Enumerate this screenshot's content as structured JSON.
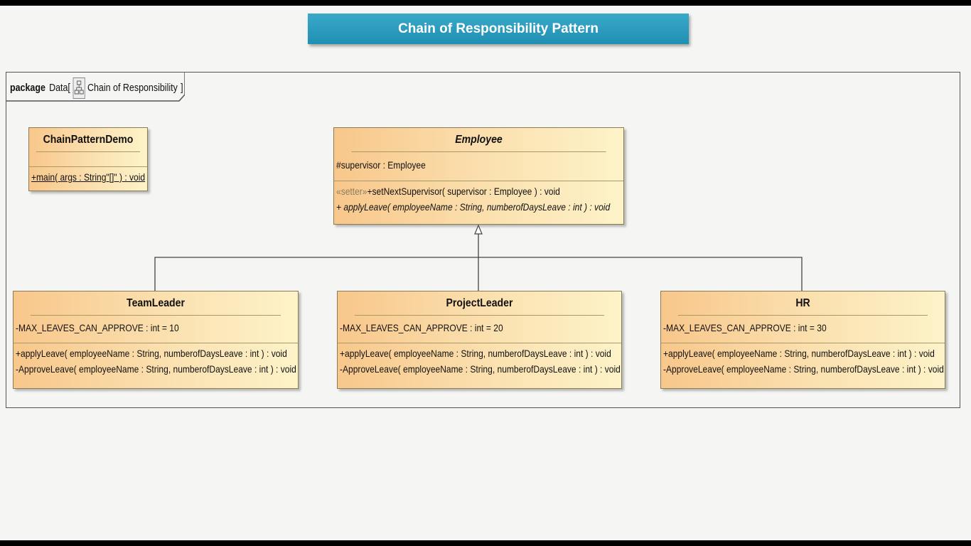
{
  "title": "Chain of Responsibility Pattern",
  "package": {
    "keyword": "package",
    "name": "Data",
    "bracket_open": "[",
    "diagram_name": "Chain of Responsibility",
    "bracket_close": "]"
  },
  "classes": {
    "demo": {
      "name": "ChainPatternDemo",
      "operations": [
        "+main( args : String\"[]\" ) : void"
      ]
    },
    "employee": {
      "name": "Employee",
      "attributes": [
        "#supervisor : Employee"
      ],
      "operations": [
        {
          "stereotype": "«setter»",
          "text": "+setNextSupervisor( supervisor : Employee ) : void"
        },
        {
          "stereotype": "",
          "text": "+ applyLeave( employeeName : String, numberofDaysLeave : int ) : void"
        }
      ]
    },
    "teamleader": {
      "name": "TeamLeader",
      "attributes": [
        "-MAX_LEAVES_CAN_APPROVE : int = 10"
      ],
      "operations": [
        "+applyLeave( employeeName : String, numberofDaysLeave : int ) : void",
        "-ApproveLeave( employeeName : String, numberofDaysLeave : int ) : void"
      ]
    },
    "projectleader": {
      "name": "ProjectLeader",
      "attributes": [
        "-MAX_LEAVES_CAN_APPROVE : int = 20"
      ],
      "operations": [
        "+applyLeave( employeeName : String, numberofDaysLeave : int ) : void",
        "-ApproveLeave( employeeName : String, numberofDaysLeave : int ) : void"
      ]
    },
    "hr": {
      "name": "HR",
      "attributes": [
        "-MAX_LEAVES_CAN_APPROVE : int = 30"
      ],
      "operations": [
        "+applyLeave( employeeName : String, numberofDaysLeave : int ) : void",
        "-ApproveLeave( employeeName : String, numberofDaysLeave : int ) : void"
      ]
    }
  },
  "colors": {
    "banner": "#1f8fb3",
    "class_fill_start": "#f8c78b",
    "class_fill_end": "#fdf3c9",
    "line": "#444444"
  }
}
